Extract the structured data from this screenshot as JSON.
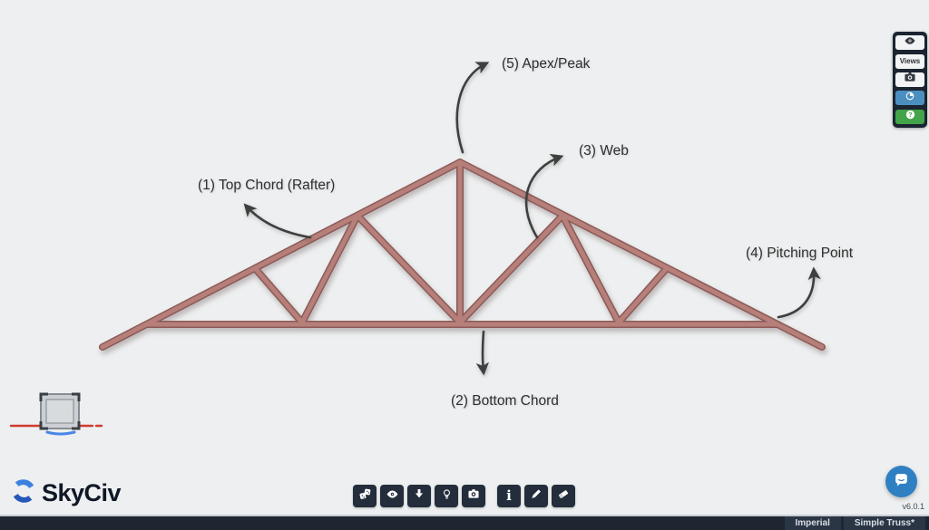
{
  "app": {
    "name": "SkyCiv",
    "version": "v6.0.1"
  },
  "canvas": {
    "annotations": [
      {
        "label": "(1) Top Chord (Rafter)"
      },
      {
        "label": "(2) Bottom Chord"
      },
      {
        "label": "(3) Web"
      },
      {
        "label": "(4) Pitching Point"
      },
      {
        "label": "(5) Apex/Peak"
      }
    ],
    "colors": {
      "background": "#edeff0",
      "member_fill": "#b67f7a",
      "member_edge": "#8c5a57",
      "annotation_ink": "#3f3f3f"
    }
  },
  "right_panel": {
    "views_label": "Views",
    "help_glyph": "?",
    "icons": [
      "eye-icon",
      "views-button",
      "camera-icon",
      "render-sphere-icon",
      "help-icon"
    ],
    "colors": {
      "panel": "#1b2430",
      "button": "#f2f3f4",
      "render_button": "#4b8fc0",
      "help_button": "#43a449"
    }
  },
  "bottom_toolbar": {
    "info_glyph": "i",
    "group1_icons": [
      "render-dice-icon",
      "visibility-eye-icon",
      "down-arrow-icon",
      "lightbulb-icon",
      "camera-icon"
    ],
    "group2_icons": [
      "info-icon",
      "pencil-icon",
      "eraser-icon"
    ],
    "button_color": "#232d3c"
  },
  "status_bar": {
    "items": [
      "Imperial",
      "Simple Truss*"
    ]
  },
  "chat": {
    "icon": "chat-bubble-icon",
    "color": "#2f80c3"
  }
}
